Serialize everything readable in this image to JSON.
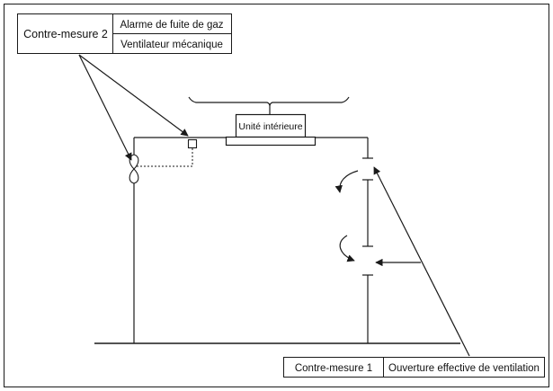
{
  "countermeasure2": {
    "label": "Contre-mesure 2",
    "items": [
      "Alarme de fuite de gaz",
      "Ventilateur mécanique"
    ]
  },
  "indoor_unit": {
    "label": "Unité intérieure"
  },
  "countermeasure1": {
    "label": "Contre-mesure 1",
    "item": "Ouverture effective de ventilation"
  },
  "colors": {
    "line": "#1a1a1a",
    "background": "#ffffff"
  }
}
